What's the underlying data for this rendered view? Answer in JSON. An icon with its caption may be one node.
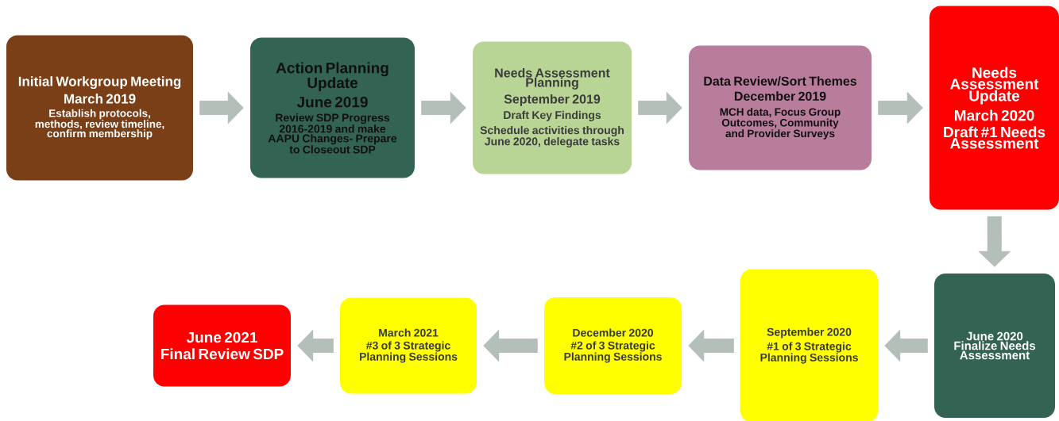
{
  "diagram": {
    "nodes": [
      {
        "text": [
          "Initial Workgroup Meeting",
          "March 2019",
          "Establish protocols,  methods, review timeline, confirm membership"
        ]
      },
      {
        "text": [
          "Action Planning Update",
          "June 2019",
          "Review SDP Progress 2016-2019 and make AAPU Changes- Prepare to Closeout SDP"
        ]
      },
      {
        "text": [
          "Needs Assessment Planning",
          "September 2019",
          "Draft Key Findings",
          "Schedule activities through June 2020, delegate tasks"
        ]
      },
      {
        "text": [
          "Data Review/Sort Themes",
          "December  2019",
          "MCH data, Focus Group Outcomes, Community and Provider Surveys"
        ]
      },
      {
        "text": [
          "Needs Assessment Update",
          "March  2020",
          "Draft #1 Needs Assessment"
        ]
      },
      {
        "text": [
          "June 2020",
          "Finalize Needs Assessment"
        ]
      },
      {
        "text": [
          "September 2020",
          "#1 of 3 Strategic Planning Sessions"
        ]
      },
      {
        "text": [
          "December 2020",
          "#2 of 3 Strategic Planning Sessions"
        ]
      },
      {
        "text": [
          "March 2021",
          "#3 of 3 Strategic Planning Sessions"
        ]
      },
      {
        "text": [
          "June 2021",
          "Final Review SDP"
        ]
      }
    ],
    "edges": [
      {
        "from": 0,
        "to": 1,
        "arrow": "to"
      },
      {
        "from": 1,
        "to": 2,
        "arrow": "to"
      },
      {
        "from": 2,
        "to": 3,
        "arrow": "to"
      },
      {
        "from": 3,
        "to": 4,
        "arrow": "to"
      },
      {
        "from": 4,
        "to": 5,
        "arrow": "to"
      },
      {
        "from": 5,
        "to": 6,
        "arrow": "to"
      },
      {
        "from": 6,
        "to": 7,
        "arrow": "to"
      },
      {
        "from": 7,
        "to": 8,
        "arrow": "to"
      },
      {
        "from": 8,
        "to": 9,
        "arrow": "to"
      }
    ]
  }
}
